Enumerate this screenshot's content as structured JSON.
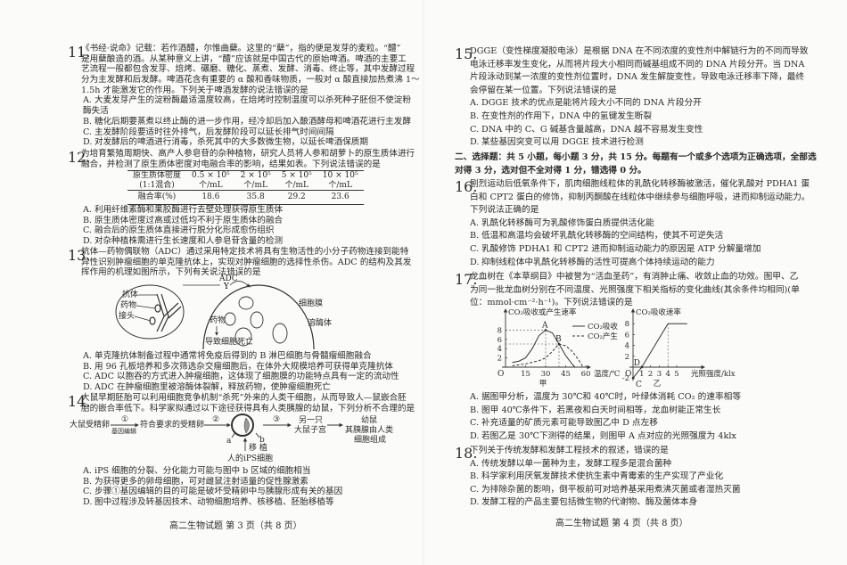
{
  "left": {
    "q11": {
      "number": "11.",
      "stem": [
        "《书经·说命》记载：若作酒醴，尔惟曲蘖。这里的“蘖”，指的便是发芽的麦粒。“醴”",
        "是用蘖酿造的酒。从某种意义上讲，“醴”应该就是中国古代的原始啤酒。啤酒的主要工",
        "艺流程一般都包含发芽、焙烤、碾磨、糖化、蒸煮、发酵、消毒、终止等，其中发酵过程",
        "分为主发酵和后发酵。啤酒花含有重要的 α 酸和香味物质，一般对 α 酸直接加热煮沸 1～",
        "1.5h 才能激发它的作用。下列关于啤酒发酵的说法错误的是"
      ],
      "options": [
        {
          "letter": "A.",
          "lines": [
            "大麦发芽产生的淀粉酶最适温度较高，在焙烤时控制温度可以杀死种子胚但不使淀粉",
            "酶失活"
          ]
        },
        {
          "letter": "B.",
          "lines": [
            "糖化后期要蒸煮以终止酶的进一步作用，经冷却后加入酿酒酵母和啤酒花进行主发酵"
          ]
        },
        {
          "letter": "C.",
          "lines": [
            "主发酵阶段要适时往外排气，后发酵阶段可以延长排气时间间隔"
          ]
        },
        {
          "letter": "D.",
          "lines": [
            "对发酵后的啤酒进行消毒，杀死其中的大多数微生物，以延长啤酒保质期"
          ]
        }
      ]
    },
    "q12": {
      "number": "12.",
      "stem": [
        "为培育繁殖周期快、高产人参皂苷的杂种植物，研究人员将人参和胡萝卜的原生质体进行",
        "融合，并检测了原生质体密度对电融合率的影响，结果如表。下列说法错误的是"
      ],
      "table": {
        "header": [
          [
            "原生质体密度",
            "(1:1混合)"
          ],
          [
            "0.5 × 10⁵",
            "个/mL"
          ],
          [
            "2 × 10⁵",
            "个/mL"
          ],
          [
            "5 × 10⁵",
            "个/mL"
          ],
          [
            "10 × 10⁵",
            "个/mL"
          ]
        ],
        "row": [
          "融合率(%)",
          "18.6",
          "35.8",
          "29.2",
          "23.6"
        ]
      },
      "options": [
        {
          "letter": "A.",
          "lines": [
            "利用纤维素酶和果胶酶进行去壁处理获得原生质体"
          ]
        },
        {
          "letter": "B.",
          "lines": [
            "原生质体密度过高或过低均不利于原生质体的融合"
          ]
        },
        {
          "letter": "C.",
          "lines": [
            "融合后的原生质体直接进行脱分化形成愈伤组织"
          ]
        },
        {
          "letter": "D.",
          "lines": [
            "对杂种植株需进行生长速度和人参皂苷含量的检测"
          ]
        }
      ]
    },
    "q13": {
      "number": "13.",
      "stem": [
        "抗体—药物偶联物（ADC）通过采用特定技术将具有生物活性的小分子药物连接到能特",
        "异性识别肿瘤细胞的单克隆抗体上，实现对肿瘤细胞的选择性杀伤。ADC 的结构及其发",
        "挥作用的机理如图所示，下列有关说法错误的是"
      ],
      "diagram": {
        "adc": "ADC",
        "antibody": "抗体",
        "drug": "药物",
        "linker": "接头",
        "membrane": "细胞膜",
        "lysosome": "溶酶体",
        "drug_released": "药物",
        "death": "导致细胞死亡"
      },
      "options": [
        {
          "letter": "A.",
          "lines": [
            "单克隆抗体制备过程中通常将免疫后得到的 B 淋巴细胞与骨髓瘤细胞融合"
          ]
        },
        {
          "letter": "B.",
          "lines": [
            "用 96 孔板培养和多次筛选杂交瘤细胞后，在体外大规模培养可获得单克隆抗体"
          ]
        },
        {
          "letter": "C.",
          "lines": [
            "ADC 以胞吞的方式进入肿瘤细胞，这体现了细胞膜的功能特点具有一定的流动性"
          ]
        },
        {
          "letter": "D.",
          "lines": [
            "ADC 在肿瘤细胞里被溶酶体裂解，释放药物，使肿瘤细胞死亡"
          ]
        }
      ]
    },
    "q14": {
      "number": "14.",
      "stem": [
        "大鼠早期胚胎可以利用细胞竞争机制“杀死”外来的人类干细胞，从而导致人—鼠嵌合胚",
        "胎的嵌合率低下。科学家拟通过以下途径获得具有人类胰腺的幼鼠，下列分析不合理的是"
      ],
      "flow": {
        "start": "大鼠受精卵",
        "step1": "①",
        "step1_note": "基因编辑",
        "mid": "符合要求的受精卵",
        "step2": "②",
        "label_a": "a",
        "label_b": "b",
        "transplant": "移 植",
        "ips": "人的iPS细胞",
        "step3": "③",
        "uterus": [
          "另一只",
          "大鼠子宫"
        ],
        "result": [
          "幼鼠",
          "其胰腺由人类",
          "细胞组成"
        ]
      },
      "options": [
        {
          "letter": "A.",
          "lines": [
            "iPS 细胞的分裂、分化能力可能与图中 b 区域的细胞相当"
          ]
        },
        {
          "letter": "B.",
          "lines": [
            "为获得更多的卵母细胞，可对雌鼠注射适量的促性腺激素"
          ]
        },
        {
          "letter": "C.",
          "lines": [
            "步骤①基因编辑的目的可能是破坏受精卵中与胰腺形成有关的基因"
          ]
        },
        {
          "letter": "D.",
          "lines": [
            "图中过程涉及转基因技术、动物细胞培养、核移植、胚胎移植等"
          ]
        }
      ]
    },
    "footer": "高二生物试题  第 3 页（共 8 页）"
  },
  "right": {
    "q15": {
      "number": "15.",
      "stem": [
        "DGGE（变性梯度凝胶电泳）是根据 DNA 在不同浓度的变性剂中解链行为的不同而导致",
        "电泳迁移率发生变化，从而将片段大小相同而碱基组成不同的 DNA 片段分开。当 DNA",
        "片段泳动到某一浓度的变性剂位置时，DNA 发生解旋变性，导致电泳迁移率下降，最终",
        "会停留在某一位置。下列说法错误的是"
      ],
      "options": [
        {
          "letter": "A.",
          "lines": [
            "DGGE 技术的优点是能将片段大小不同的 DNA 片段分开"
          ]
        },
        {
          "letter": "B.",
          "lines": [
            "在变性剂的作用下，DNA 中的氢键发生断裂"
          ]
        },
        {
          "letter": "C.",
          "lines": [
            "DNA 中的 C、G 碱基含量越高，DNA 越不容易发生变性"
          ]
        },
        {
          "letter": "D.",
          "lines": [
            "某些基因突变可以用 DGGE 技术进行检测"
          ]
        }
      ]
    },
    "section2": [
      "二、选择题：共 5 小题，每小题 3 分，共 15 分。每题有一个或多个选项为正确选项，全部选",
      "对得 3 分，选对但不全对得 1 分，错选得 0 分。"
    ],
    "q16": {
      "number": "16.",
      "stem": [
        "剧烈运动后低氧条件下，肌肉细胞线粒体的乳酰化转移酶被激活，催化乳酸对 PDHA1 蛋",
        "白和 CPT2 蛋白的修饰，抑制丙酮酸在线粒体中继续参与细胞呼吸，进而抑制运动能力。",
        "下列说法正确的是"
      ],
      "options": [
        {
          "letter": "A.",
          "lines": [
            "乳酰化转移酶可为乳酸修饰蛋白质提供活化能"
          ]
        },
        {
          "letter": "B.",
          "lines": [
            "低温和高温均会破坏乳酰化转移酶的空间结构，使其不可逆失活"
          ]
        },
        {
          "letter": "C.",
          "lines": [
            "乳酸修饰 PDHA1 和 CPT2 进而抑制运动能力的原因是 ATP 分解量增加"
          ]
        },
        {
          "letter": "D.",
          "lines": [
            "抑制线粒体中乳酰化转移酶的活性可提高个体持续运动的能力"
          ]
        }
      ]
    },
    "q17": {
      "number": "17.",
      "stem": [
        "龙血树在《本草纲目》中被誉为“活血圣药”，有消肿止痛、收敛止血的功效。图甲、乙",
        "为同一批龙血树分别在不同温度、光照强度下相关指标的变化曲线(其余条件均相同)(单",
        "位：mmol·cm⁻²·h⁻¹)。下列说法错误的是"
      ],
      "options": [
        {
          "letter": "A.",
          "lines": [
            "据图甲分析，温度为 30℃和 40℃时，叶绿体消耗 CO₂ 的速率相等"
          ]
        },
        {
          "letter": "B.",
          "lines": [
            "图甲 40℃条件下，若黑夜和白天时间相等，龙血树能正常生长"
          ]
        },
        {
          "letter": "C.",
          "lines": [
            "补充适量的矿质元素可能导致图乙中 D 点左移"
          ]
        },
        {
          "letter": "D.",
          "lines": [
            "若图乙是 30℃下测得的结果，则图甲 A 点对应的光照强度为 4klx"
          ]
        }
      ]
    },
    "q18": {
      "number": "18.",
      "stem": [
        "下列关于传统发酵和发酵工程技术的叙述，错误的是"
      ],
      "options": [
        {
          "letter": "A.",
          "lines": [
            "传统发酵以单一菌种为主，发酵工程多是混合菌种"
          ]
        },
        {
          "letter": "B.",
          "lines": [
            "科学家利用厌氧发酵技术使抗生素中青霉素的生产实现了产业化"
          ]
        },
        {
          "letter": "C.",
          "lines": [
            "为排除杂菌的影响，倒平板前可对培养基采用煮沸灭菌或者湿热灭菌"
          ]
        },
        {
          "letter": "D.",
          "lines": [
            "发酵工程的产品主要包括微生物的代谢物、酶及菌体本身"
          ]
        }
      ]
    },
    "footer": "高二生物试题  第 4 页（共 8 页）"
  },
  "chart_data": [
    {
      "type": "line",
      "caption": "甲",
      "ylabel": "CO₂吸收或产生速率",
      "xlabel": "温度/℃",
      "origin": "O",
      "x_ticks": [
        15,
        30,
        45,
        60
      ],
      "y_ticks": [
        2,
        4,
        6,
        8
      ],
      "xlim": [
        0,
        65
      ],
      "ylim": [
        0,
        9
      ],
      "legend_position": "top-right",
      "series": [
        {
          "name": "CO₂吸收",
          "style": "solid",
          "x": [
            5,
            10,
            15,
            20,
            25,
            30,
            35,
            40,
            45,
            50,
            52
          ],
          "y": [
            1,
            1.3,
            2,
            4,
            6.8,
            8,
            7.4,
            5,
            2.5,
            0.6,
            0
          ]
        },
        {
          "name": "CO₂产生",
          "style": "dashed",
          "x": [
            5,
            15,
            25,
            30,
            35,
            40,
            45,
            50,
            55,
            58
          ],
          "y": [
            0.3,
            0.7,
            1.4,
            2,
            3.4,
            5,
            4.6,
            3.4,
            1.4,
            0
          ]
        }
      ],
      "points": [
        {
          "label": "A",
          "x": 30,
          "y": 8
        },
        {
          "label": "B",
          "x": 40,
          "y": 5
        }
      ]
    },
    {
      "type": "line",
      "caption": "乙",
      "ylabel": "CO₂吸收速率",
      "xlabel": "光照强度/klx",
      "origin": "O",
      "x_ticks": [
        1,
        2,
        3,
        4,
        5
      ],
      "y_ticks": [
        -2,
        2,
        4,
        6,
        8
      ],
      "xlim": [
        0,
        6.5
      ],
      "ylim": [
        -2.5,
        9
      ],
      "series": [
        {
          "style": "solid",
          "x": [
            0,
            1,
            4,
            6.2
          ],
          "y": [
            -2,
            0,
            8,
            8
          ]
        }
      ],
      "points": [
        {
          "label": "C",
          "x": 0,
          "y": -2
        },
        {
          "label": "D",
          "x": 1,
          "y": 0
        }
      ]
    }
  ]
}
